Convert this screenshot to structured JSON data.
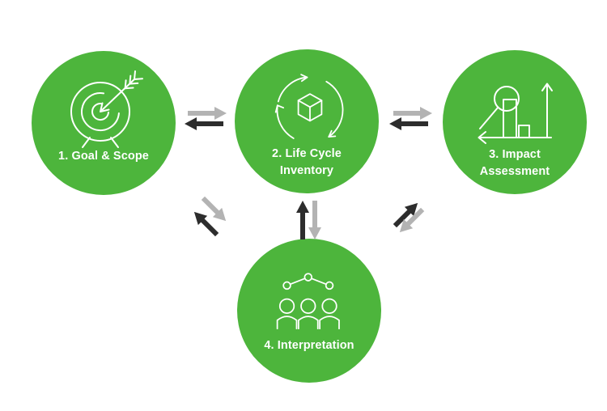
{
  "diagram": {
    "type": "life-cycle-assessment-cycle",
    "stages": [
      {
        "id": 1,
        "label": "1. Goal & Scope",
        "icon": "target-icon"
      },
      {
        "id": 2,
        "label_line1": "2. Life Cycle",
        "label_line2": "Inventory",
        "icon": "cycle-cube-icon"
      },
      {
        "id": 3,
        "label_line1": "3. Impact",
        "label_line2": "Assessment",
        "icon": "magnifier-bar-chart-icon"
      },
      {
        "id": 4,
        "label": "4. Interpretation",
        "icon": "people-network-icon"
      }
    ],
    "connections": [
      {
        "from": 1,
        "to": 2,
        "type": "bidirectional",
        "forward_arrow": "gray",
        "back_arrow": "black"
      },
      {
        "from": 2,
        "to": 3,
        "type": "bidirectional",
        "forward_arrow": "gray",
        "back_arrow": "black"
      },
      {
        "from": 1,
        "to": 4,
        "type": "bidirectional",
        "forward_arrow": "gray",
        "back_arrow": "black"
      },
      {
        "from": 2,
        "to": 4,
        "type": "bidirectional",
        "forward_arrow": "gray",
        "back_arrow": "black"
      },
      {
        "from": 3,
        "to": 4,
        "type": "bidirectional",
        "forward_arrow": "gray",
        "back_arrow": "black"
      }
    ],
    "colors": {
      "circle_green": "#4db53c",
      "arrow_gray": "#b3b3b3",
      "arrow_black": "#2d2d2d",
      "icon_stroke": "#ffffff",
      "label_text": "#ffffff",
      "background": "#ffffff"
    }
  }
}
